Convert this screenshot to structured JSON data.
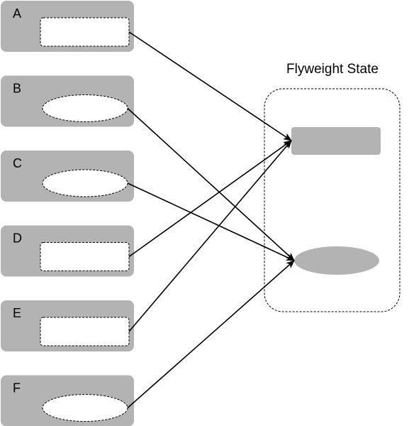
{
  "title": "Flyweight State",
  "objects": [
    {
      "label": "A",
      "shape": "rect",
      "points_to": "rect"
    },
    {
      "label": "B",
      "shape": "ellipse",
      "points_to": "ellipse"
    },
    {
      "label": "C",
      "shape": "ellipse",
      "points_to": "ellipse"
    },
    {
      "label": "D",
      "shape": "rect",
      "points_to": "rect"
    },
    {
      "label": "E",
      "shape": "rect",
      "points_to": "rect"
    },
    {
      "label": "F",
      "shape": "ellipse",
      "points_to": "ellipse"
    }
  ],
  "shared_states": [
    "rect",
    "ellipse"
  ],
  "colors": {
    "box_fill": "#b3b3b3",
    "slot_fill": "#ffffff",
    "line": "#000000"
  }
}
